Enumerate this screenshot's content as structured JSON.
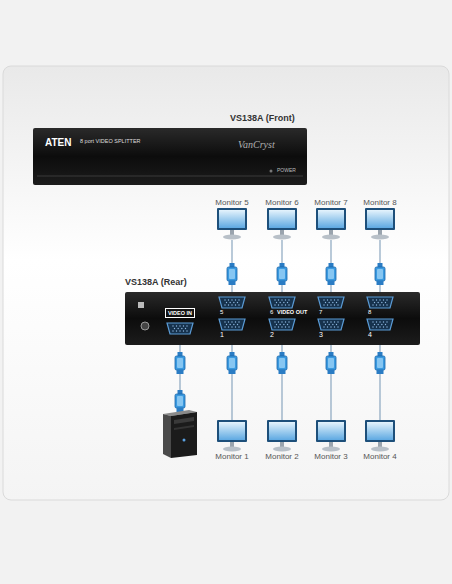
{
  "diagram": {
    "nodes": [
      {
        "text": [
          "VS138A (Front)",
          "ATEN",
          "8 port VIDEO SPLITTER",
          "VanCryst",
          "POWER"
        ]
      },
      {
        "text": [
          "Monitor 5"
        ]
      },
      {
        "text": [
          "Monitor 6"
        ]
      },
      {
        "text": [
          "Monitor 7"
        ]
      },
      {
        "text": [
          "Monitor 8"
        ]
      },
      {
        "text": [
          "VS138A (Rear)",
          "VIDEO OUT"
        ]
      },
      {
        "text": [
          "VIDEO IN"
        ],
        "in": 5
      },
      {
        "text": [
          "5"
        ],
        "in": 5
      },
      {
        "text": [
          "6"
        ],
        "in": 5
      },
      {
        "text": [
          "7"
        ],
        "in": 5
      },
      {
        "text": [
          "8"
        ],
        "in": 5
      },
      {
        "text": [
          "1"
        ],
        "in": 5
      },
      {
        "text": [
          "2"
        ],
        "in": 5
      },
      {
        "text": [
          "3"
        ],
        "in": 5
      },
      {
        "text": [
          "4"
        ],
        "in": 5
      },
      {
        "text": [
          "Monitor 1"
        ]
      },
      {
        "text": [
          "Monitor 2"
        ]
      },
      {
        "text": [
          "Monitor 3"
        ]
      },
      {
        "text": [
          "Monitor 4"
        ]
      }
    ],
    "edges": [
      {
        "from": 7,
        "to": 1,
        "arrow": "none"
      },
      {
        "from": 8,
        "to": 2,
        "arrow": "none"
      },
      {
        "from": 9,
        "to": 3,
        "arrow": "none"
      },
      {
        "from": 10,
        "to": 4,
        "arrow": "none"
      },
      {
        "from": 11,
        "to": 15,
        "arrow": "none"
      },
      {
        "from": 12,
        "to": 16,
        "arrow": "none"
      },
      {
        "from": 13,
        "to": 17,
        "arrow": "none"
      },
      {
        "from": 14,
        "to": 18,
        "arrow": "none"
      }
    ]
  }
}
